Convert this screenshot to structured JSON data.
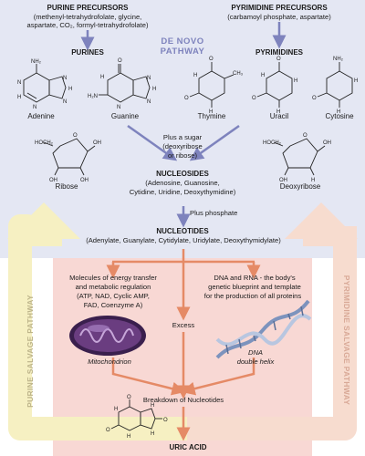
{
  "purine_precursors": {
    "title": "PURINE PRECURSORS",
    "line1": "(methenyl-tetrahydrofolate, glycine,",
    "line2": "aspartate, CO₂, formyl-tetrahydrofolate)"
  },
  "pyrimidine_precursors": {
    "title": "PYRIMIDINE PRECURSORS",
    "line1": "(carbamoyl phosphate, aspartate)"
  },
  "de_novo": {
    "line1": "DE NOVO",
    "line2": "PATHWAY"
  },
  "purines_label": "PURINES",
  "pyrimidines_label": "PYRIMIDINES",
  "bases": {
    "adenine": "Adenine",
    "guanine": "Guanine",
    "thymine": "Thymine",
    "uracil": "Uracil",
    "cytosine": "Cytosine"
  },
  "sugars": {
    "ribose": "Ribose",
    "deoxyribose": "Deoxyribose"
  },
  "plus_sugar": {
    "line1": "Plus a sugar",
    "line2": "(deoxyribose",
    "line3": "or ribose)"
  },
  "nucleosides": {
    "title": "NUCLEOSIDES",
    "line1": "(Adenosine, Guanosine,",
    "line2": "Cytidine, Uridine, Deoxythymidine)"
  },
  "plus_phosphate": "Plus phosphate",
  "nucleotides": {
    "title": "NUCLEOTIDES",
    "line1": "(Adenylate, Guanylate, Cytidylate, Uridylate, Deoxythymidylate)"
  },
  "energy": {
    "line1": "Molecules of energy transfer",
    "line2": "and metabolic regulation",
    "line3": "(ATP, NAD, Cyclic AMP,",
    "line4": "FAD, Coenzyme A)"
  },
  "dna_rna": {
    "line1": "DNA and RNA - the body's",
    "line2": "genetic blueprint and template",
    "line3": "for the production of all proteins"
  },
  "excess": "Excess",
  "mitochondrion": "Mitochondrion",
  "dna_label": {
    "line1": "DNA",
    "line2": "double helix"
  },
  "breakdown": "Breakdown of Nucleotides",
  "uric_acid": "URIC ACID",
  "purine_salvage": "PURINE SALVAGE PATHWAY",
  "pyrimidine_salvage": "PYRIMIDINE SALVAGE PATHWAY",
  "colors": {
    "top_panel": "#e4e7f3",
    "bottom_panel": "#f8d8d4",
    "arrow_blue": "#7e83bd",
    "arrow_orange": "#e58a66",
    "purine_salvage_arrow": "#f6f0c2",
    "pyrimidine_salvage_arrow": "#f7dccf",
    "mitochondrion": "#6a3d80",
    "dna": "#7d93bd"
  }
}
